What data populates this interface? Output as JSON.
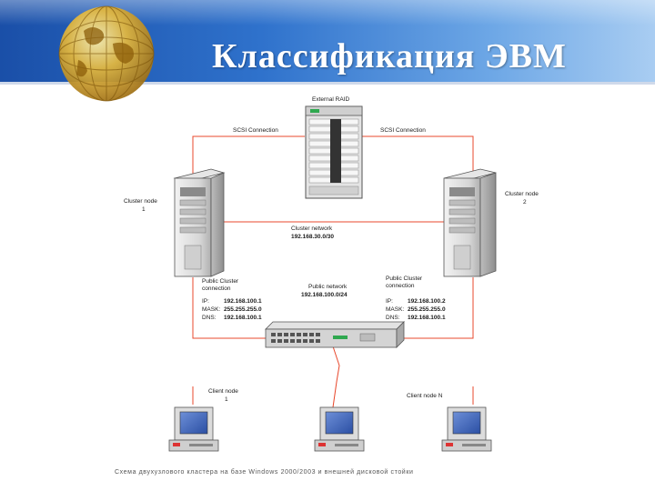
{
  "slide": {
    "title": "Классификация ЭВМ",
    "caption": "Схема двухузлового кластера на базе Windows 2000/2003 и внешней дисковой стойки"
  },
  "colors": {
    "header_dark": "#1a4fa8",
    "header_light": "#a9cdf2",
    "link_line": "#e8482c",
    "title_text": "#ffffff"
  },
  "diagram": {
    "raid": {
      "label": "External RAID"
    },
    "scsi_left": "SCSI Connection",
    "scsi_right": "SCSI Connection",
    "node1": {
      "label_line1": "Cluster node",
      "label_line2": "1"
    },
    "node2": {
      "label_line1": "Cluster node",
      "label_line2": "2"
    },
    "cluster_network": {
      "line1": "Cluster network",
      "line2": "192.168.30.0/30"
    },
    "public_network": {
      "line1": "Public network",
      "line2": "192.168.100.0/24"
    },
    "public_left": {
      "line1": "Public Cluster",
      "line2": "connection",
      "ip_key": "IP:",
      "ip_val": "192.168.100.1",
      "mask_key": "MASK:",
      "mask_val": "255.255.255.0",
      "dns_key": "DNS:",
      "dns_val": "192.168.100.1"
    },
    "public_right": {
      "line1": "Public Cluster",
      "line2": "connection",
      "ip_key": "IP:",
      "ip_val": "192.168.100.2",
      "mask_key": "MASK:",
      "mask_val": "255.255.255.0",
      "dns_key": "DNS:",
      "dns_val": "192.168.100.1"
    },
    "client1": {
      "line1": "Client node",
      "line2": "1"
    },
    "clientN": {
      "line1": "Client node N"
    }
  }
}
